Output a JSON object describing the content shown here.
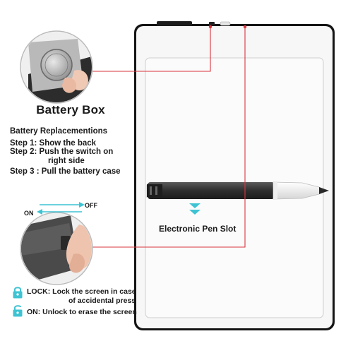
{
  "battery": {
    "title": "Battery Box",
    "replacements_title": "Battery Replacementions",
    "step1": "Step 1: Show the back",
    "step2_line1": "Step 2: Push the switch on",
    "step2_line2": "right side",
    "step3": "Step 3 : Pull the battery case"
  },
  "switch": {
    "on_label": "ON",
    "off_label": "OFF"
  },
  "pen": {
    "slot_label": "Electronic Pen Slot"
  },
  "legend": {
    "lock_keyword": "LOCK:",
    "lock_text_line1": "Lock the screen in case",
    "lock_text_line2": "of accidental press",
    "on_keyword": "ON:",
    "on_text": "Unlock to erase the screen"
  },
  "colors": {
    "accent_cyan": "#3ec3d3",
    "callout_red": "#d9363e",
    "tablet_frame": "#1a1a1a",
    "pen_body": "#3a3a3a"
  },
  "icons": {
    "lock": "padlock-closed-icon",
    "unlock": "padlock-open-icon",
    "arrow": "double-chevron-down-icon"
  }
}
